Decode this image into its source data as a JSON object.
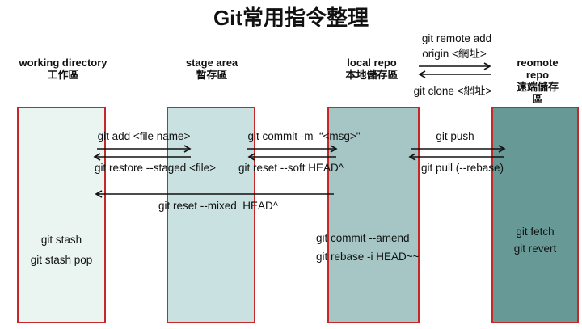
{
  "title": "Git常用指令整理",
  "columns": [
    {
      "en": "working directory",
      "zh": "工作區",
      "cmds": [
        "git stash",
        "git stash pop"
      ]
    },
    {
      "en": "stage area",
      "zh": "暫存區",
      "cmds": []
    },
    {
      "en": "local repo",
      "zh": "本地儲存區",
      "cmds": [
        "git commit --amend",
        "git rebase -i HEAD~~"
      ]
    },
    {
      "en": "reomote repo",
      "zh": "遠端儲存區",
      "cmds": [
        "git fetch",
        "git revert"
      ]
    }
  ],
  "arrows": {
    "remote_add_line1": "git remote add",
    "remote_add_line2": "origin <網址>",
    "git_clone": "git clone <網址>",
    "git_add": "git add <file name>",
    "git_restore": "git restore --staged <file>",
    "git_commit": "git commit -m  “<msg>\"",
    "git_reset_soft": "git reset --soft HEAD^",
    "git_push": "git push",
    "git_pull": "git pull (--rebase)",
    "git_reset_mixed": "git reset --mixed  HEAD^"
  },
  "colors": {
    "box_border": "#c62828",
    "working_fill": "#eaf4f1",
    "stage_fill": "#c9e1e0",
    "local_fill": "#a5c6c5",
    "remote_fill": "#679a96",
    "arrow_stroke": "#111111",
    "text": "#111111"
  }
}
